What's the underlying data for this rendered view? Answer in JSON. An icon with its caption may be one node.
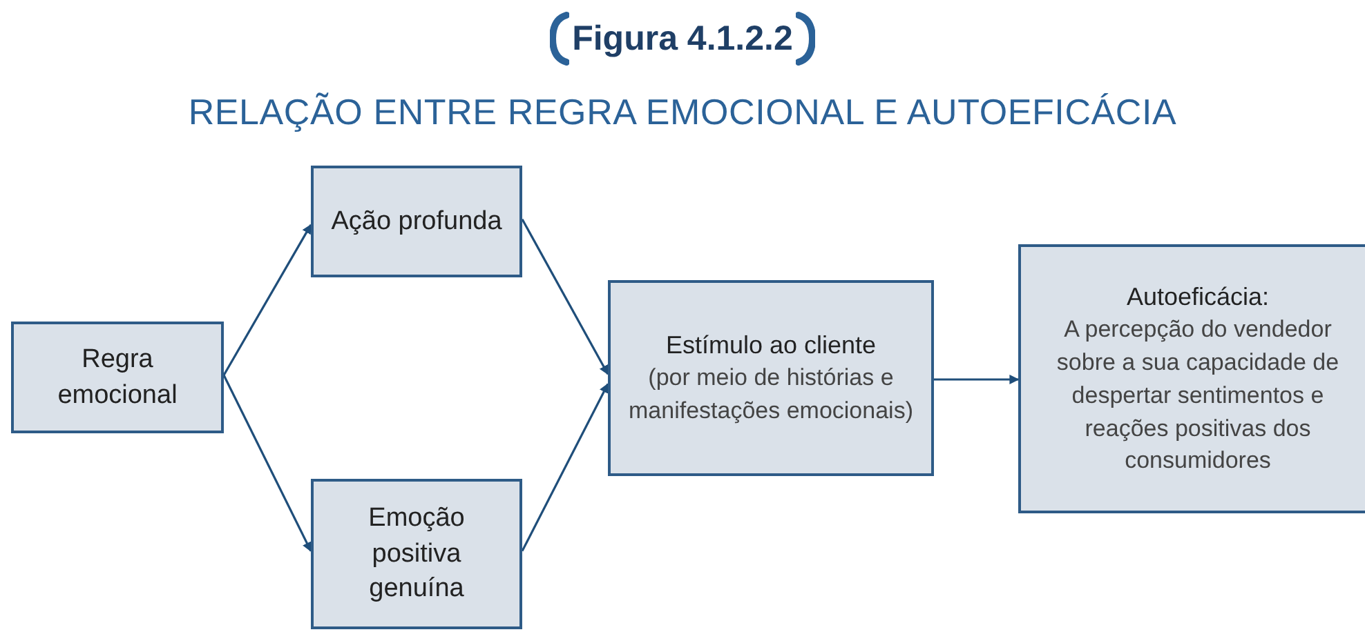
{
  "diagram": {
    "title": "RELAÇÃO ENTRE REGRA EMOCIONAL E AUTOEFICÁCIA",
    "nodes": [
      {
        "text": [
          "Regra emocional"
        ]
      },
      {
        "text": [
          "Ação profunda"
        ]
      },
      {
        "text": [
          "Emoção positiva genuína"
        ]
      },
      {
        "text": [
          "Estímulo ao cliente",
          "(por meio de histórias e manifestações emocionais)"
        ]
      },
      {
        "text": [
          "Autoeficácia:",
          "A percepção do vendedor sobre a sua capacidade de despertar sentimentos e reações positivas dos consumidores"
        ]
      }
    ],
    "edges": [
      {
        "from": 0,
        "to": 1,
        "arrow": "to"
      },
      {
        "from": 0,
        "to": 2,
        "arrow": "to"
      },
      {
        "from": 1,
        "to": 3,
        "arrow": "to"
      },
      {
        "from": 2,
        "to": 3,
        "arrow": "to"
      },
      {
        "from": 3,
        "to": 4,
        "arrow": "to"
      }
    ],
    "labels": [
      "Figura 4.1.2.2"
    ]
  }
}
